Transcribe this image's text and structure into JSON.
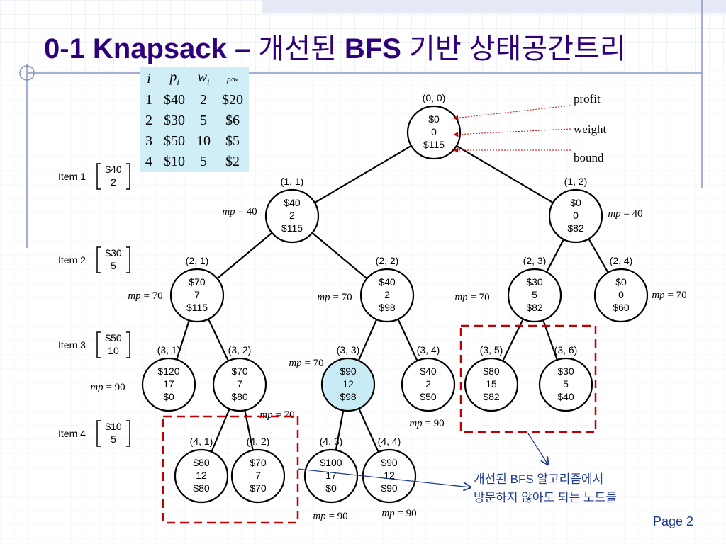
{
  "title": {
    "prefix": "0-1 Knapsack – ",
    "korean1": "개선된",
    "mid": " BFS ",
    "korean2": "기반 상태공간트리"
  },
  "table": {
    "headers": [
      "i",
      "p",
      "w",
      "p/w"
    ],
    "rows": [
      [
        "1",
        "$40",
        "2",
        "$20"
      ],
      [
        "2",
        "$30",
        "5",
        "$6"
      ],
      [
        "3",
        "$50",
        "10",
        "$5"
      ],
      [
        "4",
        "$10",
        "5",
        "$2"
      ]
    ]
  },
  "items": [
    {
      "label": "Item 1",
      "profit": "$40",
      "weight": "2"
    },
    {
      "label": "Item 2",
      "profit": "$30",
      "weight": "5"
    },
    {
      "label": "Item 3",
      "profit": "$50",
      "weight": "10"
    },
    {
      "label": "Item 4",
      "profit": "$10",
      "weight": "5"
    }
  ],
  "legend": {
    "profit": "profit",
    "weight": "weight",
    "bound": "bound"
  },
  "nodes": [
    {
      "id": "(0, 0)",
      "profit": "$0",
      "weight": "0",
      "bound": "$115",
      "highlight": false
    },
    {
      "id": "(1, 1)",
      "profit": "$40",
      "weight": "2",
      "bound": "$115",
      "highlight": false
    },
    {
      "id": "(1, 2)",
      "profit": "$0",
      "weight": "0",
      "bound": "$82",
      "highlight": false
    },
    {
      "id": "(2, 1)",
      "profit": "$70",
      "weight": "7",
      "bound": "$115",
      "highlight": false
    },
    {
      "id": "(2, 2)",
      "profit": "$40",
      "weight": "2",
      "bound": "$98",
      "highlight": false
    },
    {
      "id": "(2, 3)",
      "profit": "$30",
      "weight": "5",
      "bound": "$82",
      "highlight": false
    },
    {
      "id": "(2, 4)",
      "profit": "$0",
      "weight": "0",
      "bound": "$60",
      "highlight": false
    },
    {
      "id": "(3, 1)",
      "profit": "$120",
      "weight": "17",
      "bound": "$0",
      "highlight": false
    },
    {
      "id": "(3, 2)",
      "profit": "$70",
      "weight": "7",
      "bound": "$80",
      "highlight": false
    },
    {
      "id": "(3, 3)",
      "profit": "$90",
      "weight": "12",
      "bound": "$98",
      "highlight": true
    },
    {
      "id": "(3, 4)",
      "profit": "$40",
      "weight": "2",
      "bound": "$50",
      "highlight": false
    },
    {
      "id": "(3, 5)",
      "profit": "$80",
      "weight": "15",
      "bound": "$82",
      "highlight": false
    },
    {
      "id": "(3, 6)",
      "profit": "$30",
      "weight": "5",
      "bound": "$40",
      "highlight": false
    },
    {
      "id": "(4, 1)",
      "profit": "$80",
      "weight": "12",
      "bound": "$80",
      "highlight": false
    },
    {
      "id": "(4, 2)",
      "profit": "$70",
      "weight": "7",
      "bound": "$70",
      "highlight": false
    },
    {
      "id": "(4, 3)",
      "profit": "$100",
      "weight": "17",
      "bound": "$0",
      "highlight": false
    },
    {
      "id": "(4, 4)",
      "profit": "$90",
      "weight": "12",
      "bound": "$90",
      "highlight": false
    }
  ],
  "mp_labels": [
    "mp = 40",
    "mp = 40",
    "mp = 70",
    "mp = 70",
    "mp = 70",
    "mp = 70",
    "mp = 70",
    "mp = 90",
    "mp = 70",
    "mp = 90",
    "mp = 90",
    "mp = 90"
  ],
  "callout": {
    "line1": "개선된 BFS 알고리즘에서",
    "line2": "방문하지 않아도 되는 노드들"
  },
  "page": "Page 2",
  "colors": {
    "title": "#2f007a",
    "highlight_node": "#c8ecf6",
    "table_bg": "#cfeef6",
    "dash_box": "#c00000",
    "arrow": "#1f3a93",
    "pointer": "#cc0000"
  }
}
